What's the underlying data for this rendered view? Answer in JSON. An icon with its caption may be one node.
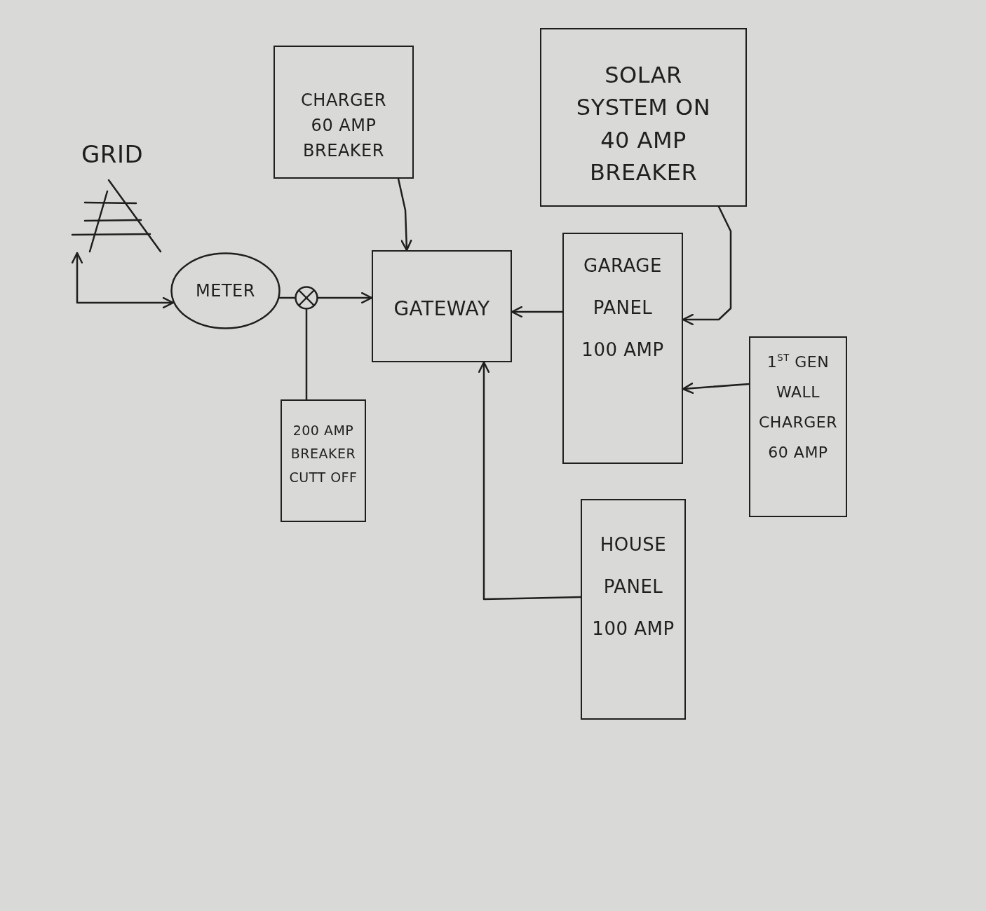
{
  "diagram": {
    "nodes": [
      {
        "text": [
          "GRID"
        ]
      },
      {
        "text": [
          "CHARGER 60 AMP BREAKER"
        ]
      },
      {
        "text": [
          "SOLAR SYSTEM ON 40 AMP BREAKER"
        ]
      },
      {
        "text": [
          "METER"
        ]
      },
      {
        "text": [],
        "shape": "circle"
      },
      {
        "text": [
          "GATEWAY"
        ]
      },
      {
        "text": [
          "GARAGE PANEL 100 AMP"
        ]
      },
      {
        "text": [
          "1$^{ST}$ GEN WALL CHARGER 60 AMP"
        ]
      },
      {
        "text": [
          "200 AMP BREAKER CUTT OFF"
        ]
      },
      {
        "text": [
          "HOUSE PANEL 100 AMP"
        ]
      }
    ],
    "edges": [
      {
        "from": 0,
        "to": 3,
        "arrow": "both"
      },
      {
        "from": 3,
        "to": 4,
        "arrow": "none"
      },
      {
        "from": 4,
        "to": 5,
        "arrow": "to"
      },
      {
        "from": 8,
        "to": 4,
        "arrow": "none"
      },
      {
        "from": 1,
        "to": 5,
        "arrow": "to"
      },
      {
        "from": 6,
        "to": 5,
        "arrow": "to"
      },
      {
        "from": 2,
        "to": 6,
        "arrow": "to"
      },
      {
        "from": 7,
        "to": 6,
        "arrow": "to"
      },
      {
        "from": 9,
        "to": 5,
        "arrow": "to"
      }
    ]
  }
}
